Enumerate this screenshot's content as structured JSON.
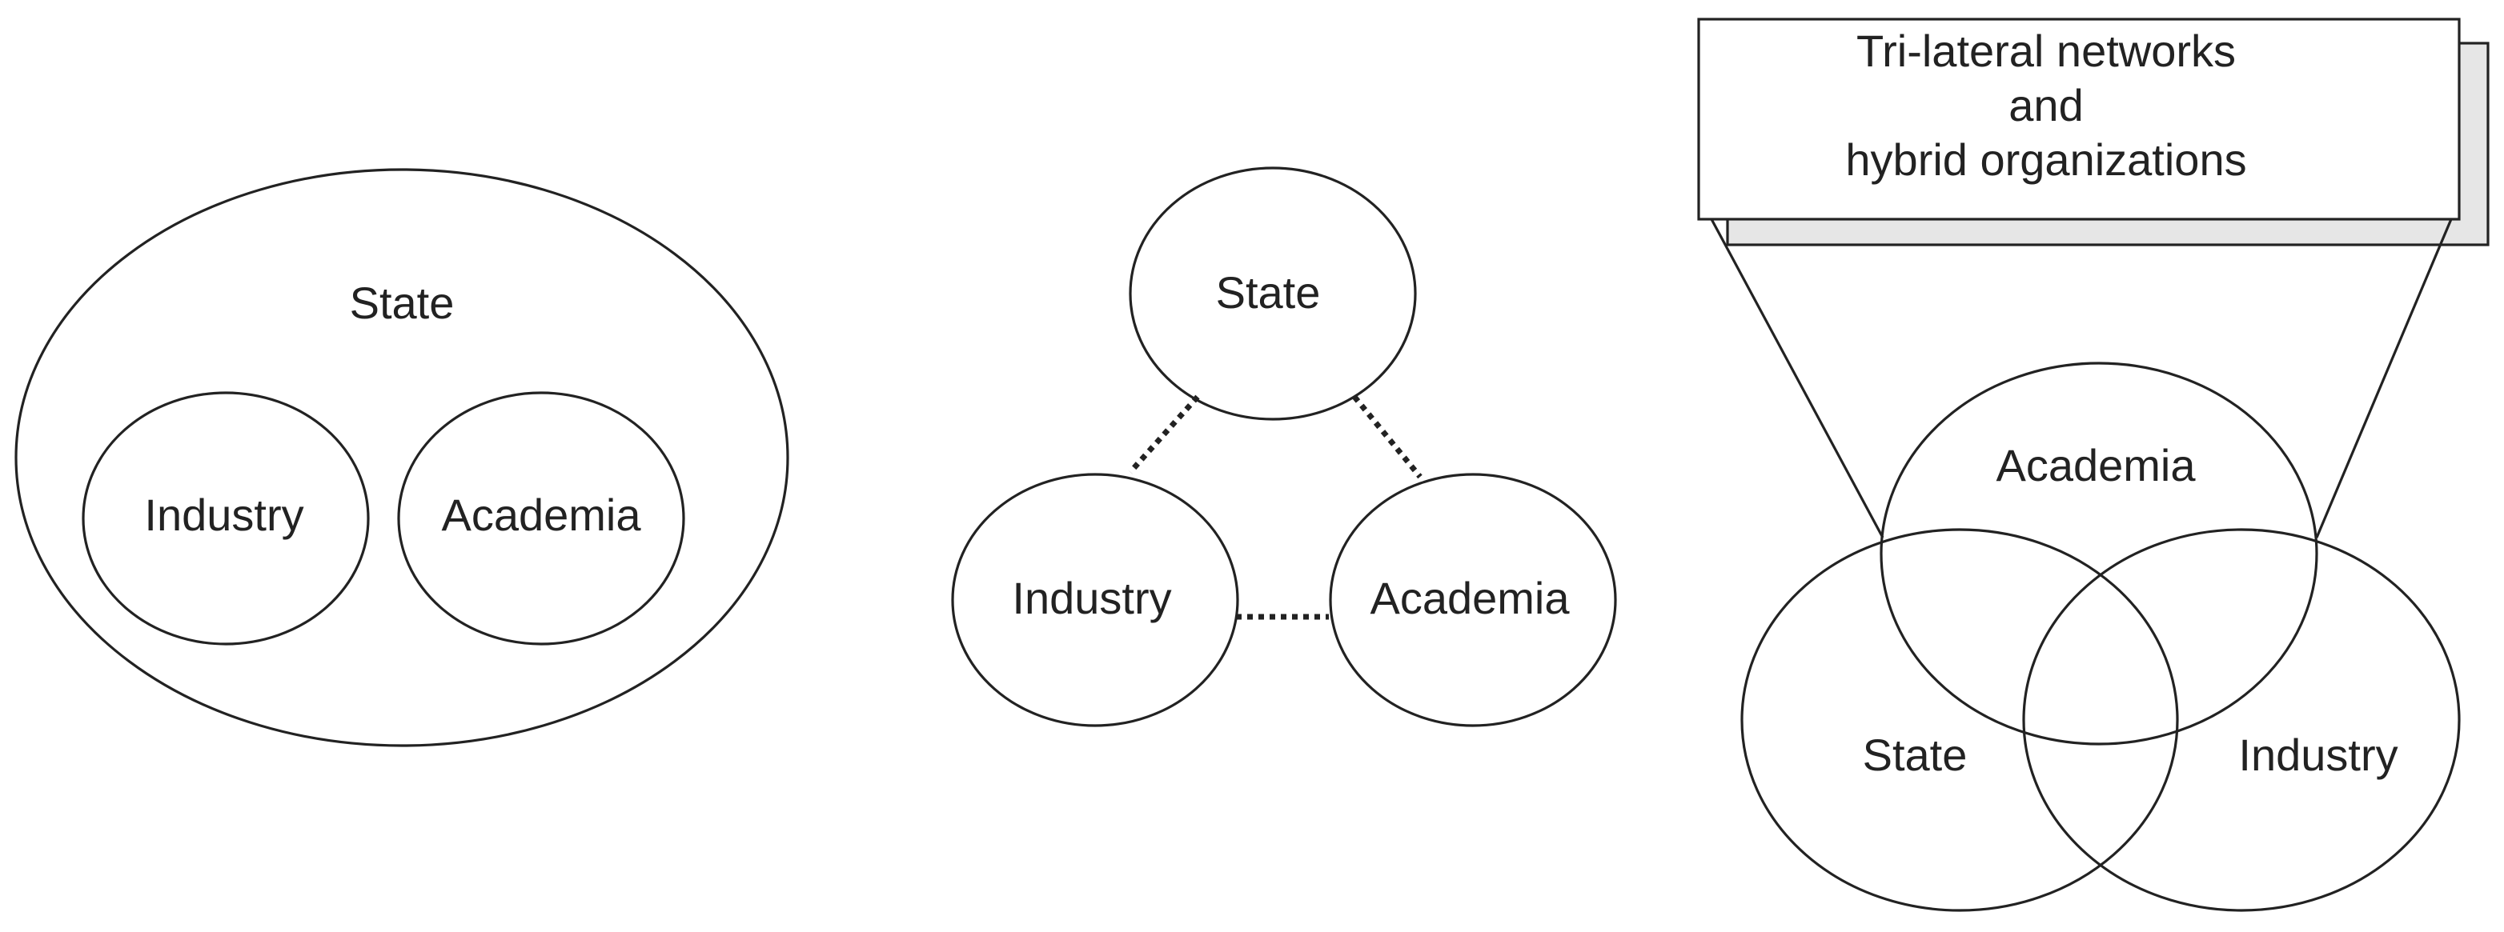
{
  "panels": [
    {
      "id": "statist",
      "outer_label": "State",
      "inner_left_label": "Industry",
      "inner_right_label": "Academia"
    },
    {
      "id": "laissez-faire",
      "top_label": "State",
      "left_label": "Industry",
      "right_label": "Academia"
    },
    {
      "id": "triple-helix",
      "box_lines": [
        "Tri-lateral networks",
        "and",
        "hybrid organizations"
      ],
      "top_label": "Academia",
      "left_label": "State",
      "right_label": "Industry"
    }
  ]
}
